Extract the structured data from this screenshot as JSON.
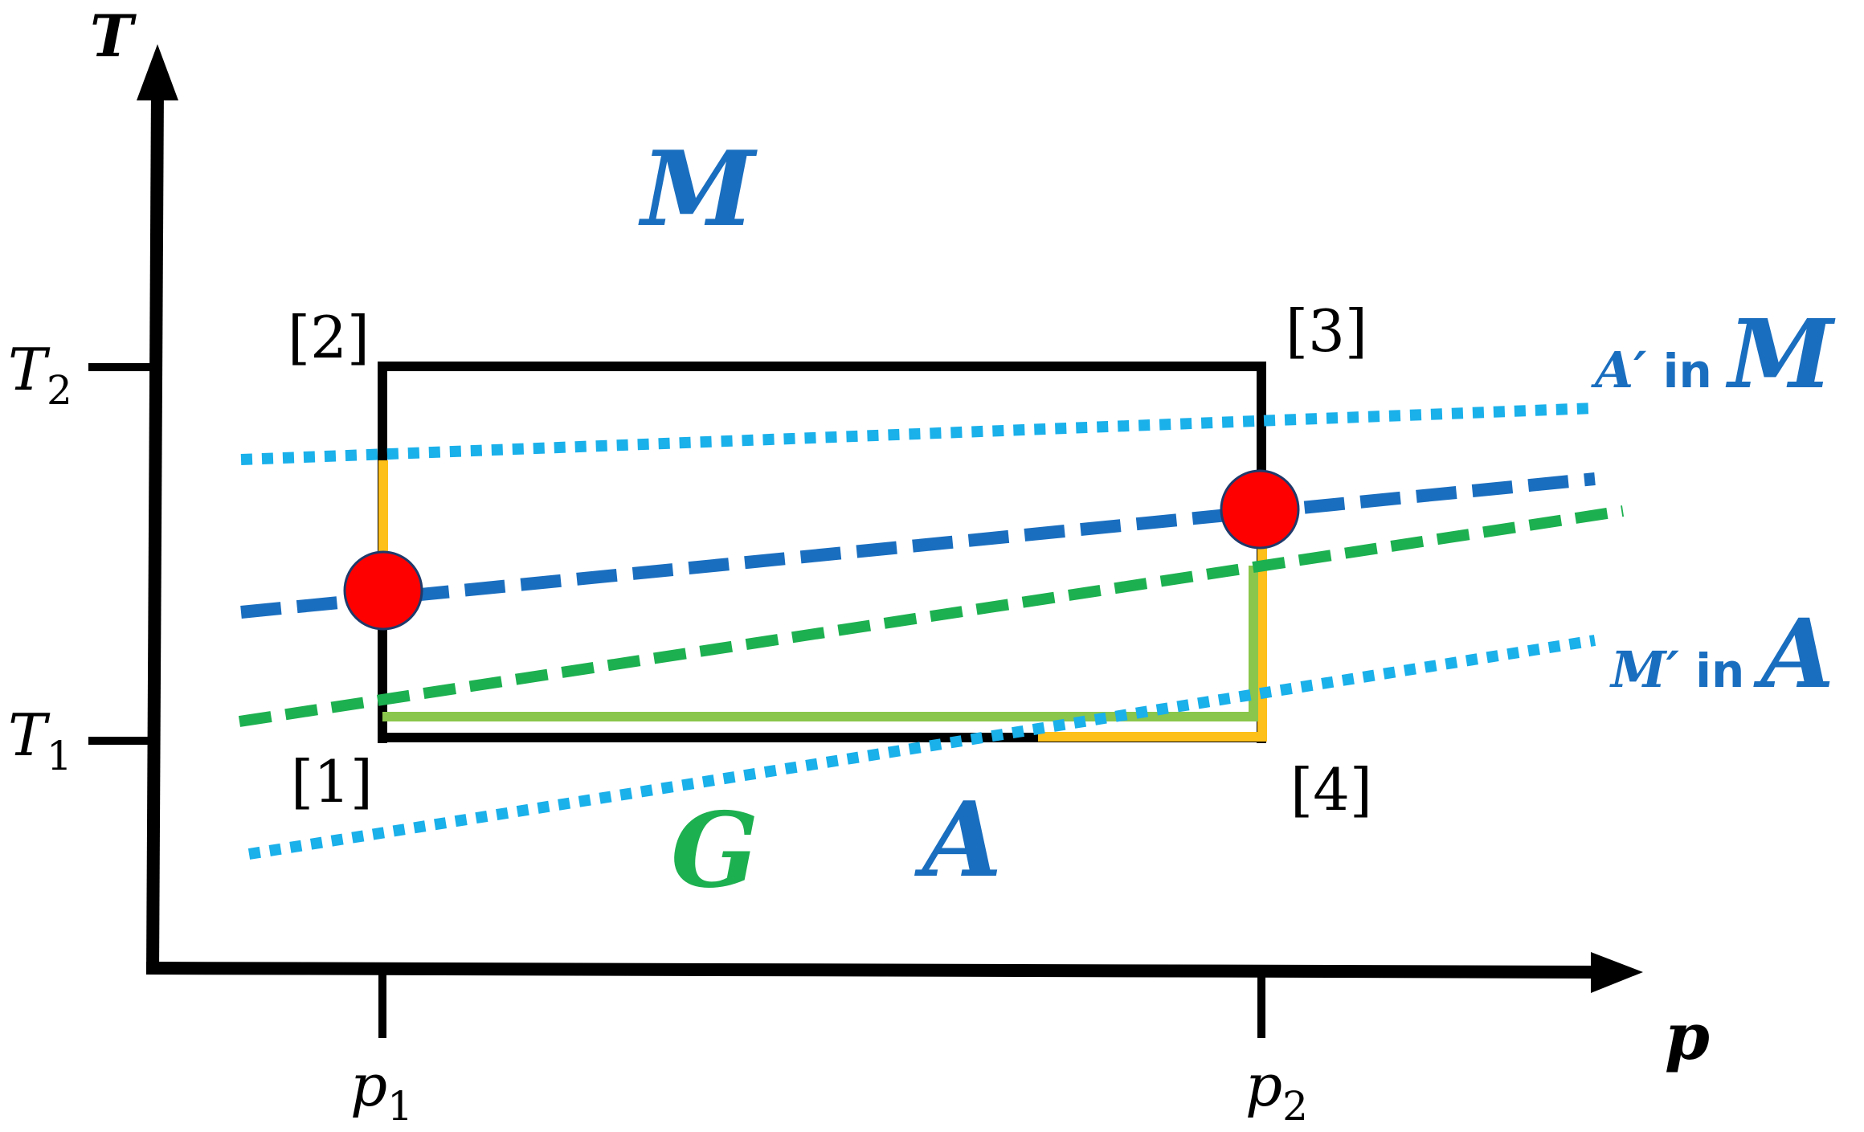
{
  "axes": {
    "y_label": "T",
    "x_label": "p",
    "t2_label": "T",
    "t2_sub": "2",
    "t1_label": "T",
    "t1_sub": "1",
    "p1_label": "p",
    "p1_sub": "1",
    "p2_label": "p",
    "p2_sub": "2"
  },
  "regions": {
    "martensite": "M",
    "austenite": "A",
    "green": "G"
  },
  "corners": {
    "c1": "[1]",
    "c2": "[2]",
    "c3": "[3]",
    "c4": "[4]"
  },
  "boundary_labels": {
    "a_prime_sym": "A′",
    "a_prime_in": " in ",
    "a_prime_phase": "M",
    "m_prime_sym": "M′",
    "m_prime_in": " in ",
    "m_prime_phase": "A"
  },
  "colors": {
    "axis": "#000000",
    "rectangle": "#000000",
    "dark_blue": "#1a6ebf",
    "light_blue": "#1ab0ea",
    "green_dashed": "#1db050",
    "light_green": "#8ac64b",
    "orange": "#fdbf1a",
    "red_point": "#ff0000",
    "label_blue": "#1a6ebf",
    "label_green": "#1db050"
  },
  "icons": {
    "y_arrow": "arrow-up-icon",
    "x_arrow": "arrow-right-icon"
  }
}
